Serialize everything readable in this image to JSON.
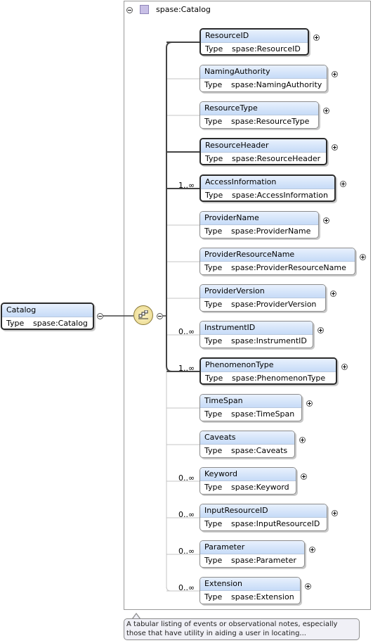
{
  "root": {
    "name": "Catalog",
    "type_label": "Type",
    "type_value": "spase:Catalog"
  },
  "frame": {
    "title": "spase:Catalog"
  },
  "elements": [
    {
      "name": "ResourceID",
      "type_label": "Type",
      "type_value": "spase:ResourceID",
      "required": true,
      "card": ""
    },
    {
      "name": "NamingAuthority",
      "type_label": "Type",
      "type_value": "spase:NamingAuthority",
      "required": false,
      "card": ""
    },
    {
      "name": "ResourceType",
      "type_label": "Type",
      "type_value": "spase:ResourceType",
      "required": false,
      "card": ""
    },
    {
      "name": "ResourceHeader",
      "type_label": "Type",
      "type_value": "spase:ResourceHeader",
      "required": true,
      "card": ""
    },
    {
      "name": "AccessInformation",
      "type_label": "Type",
      "type_value": "spase:AccessInformation",
      "required": true,
      "card": "1..∞"
    },
    {
      "name": "ProviderName",
      "type_label": "Type",
      "type_value": "spase:ProviderName",
      "required": false,
      "card": ""
    },
    {
      "name": "ProviderResourceName",
      "type_label": "Type",
      "type_value": "spase:ProviderResourceName",
      "required": false,
      "card": ""
    },
    {
      "name": "ProviderVersion",
      "type_label": "Type",
      "type_value": "spase:ProviderVersion",
      "required": false,
      "card": ""
    },
    {
      "name": "InstrumentID",
      "type_label": "Type",
      "type_value": "spase:InstrumentID",
      "required": false,
      "card": "0..∞"
    },
    {
      "name": "PhenomenonType",
      "type_label": "Type",
      "type_value": "spase:PhenomenonType",
      "required": true,
      "card": "1..∞"
    },
    {
      "name": "TimeSpan",
      "type_label": "Type",
      "type_value": "spase:TimeSpan",
      "required": false,
      "card": ""
    },
    {
      "name": "Caveats",
      "type_label": "Type",
      "type_value": "spase:Caveats",
      "required": false,
      "card": ""
    },
    {
      "name": "Keyword",
      "type_label": "Type",
      "type_value": "spase:Keyword",
      "required": false,
      "card": "0..∞"
    },
    {
      "name": "InputResourceID",
      "type_label": "Type",
      "type_value": "spase:InputResourceID",
      "required": false,
      "card": "0..∞"
    },
    {
      "name": "Parameter",
      "type_label": "Type",
      "type_value": "spase:Parameter",
      "required": false,
      "card": "0..∞"
    },
    {
      "name": "Extension",
      "type_label": "Type",
      "type_value": "spase:Extension",
      "required": false,
      "card": "0..∞"
    }
  ],
  "annotation": "A tabular listing of events or observational notes, especially those that have utility in aiding a user in locating..."
}
